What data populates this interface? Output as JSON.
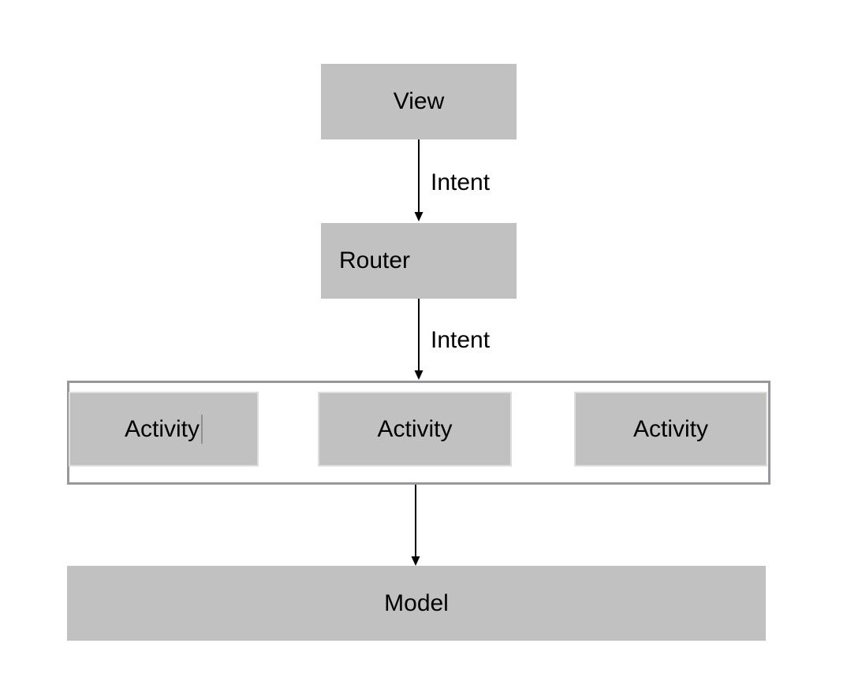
{
  "diagram": {
    "nodes": {
      "view": "View",
      "router": "Router",
      "activities": [
        "Activity",
        "Activity",
        "Activity"
      ],
      "model": "Model"
    },
    "edges": {
      "view_to_router_label": "Intent",
      "router_to_activities_label": "Intent",
      "activities_to_model_label": ""
    },
    "colors": {
      "node_fill": "#c1c1c1",
      "container_border": "#97979d",
      "activity_outline": "#dddddd",
      "arrow": "#000000",
      "text": "#000000",
      "caret": "#8f8f8f",
      "background": "#ffffff"
    }
  }
}
